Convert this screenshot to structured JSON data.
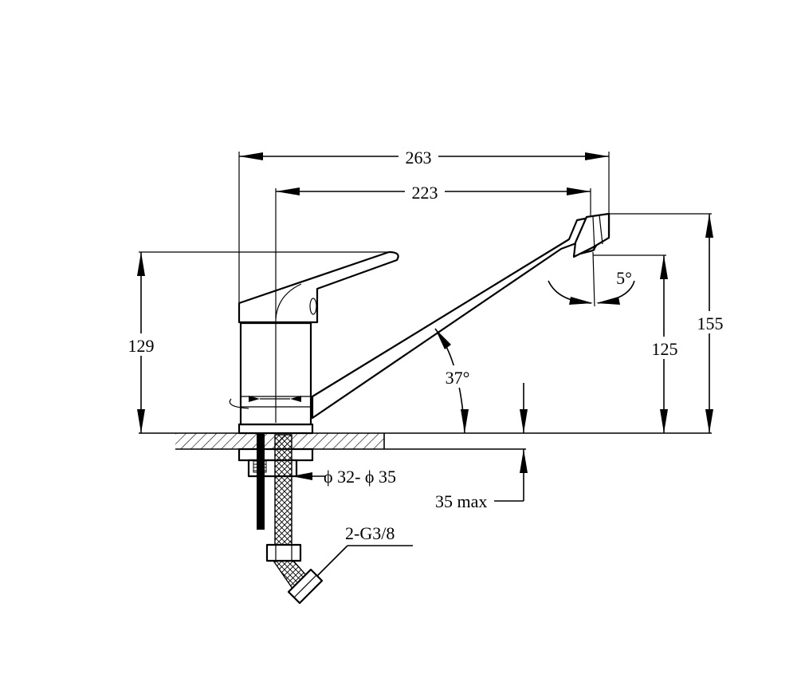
{
  "dimensions": {
    "overall_length": "263",
    "spout_reach": "223",
    "lever_height": "129",
    "spout_height": "155",
    "outlet_height": "125",
    "spout_angle": "37°",
    "aerator_tilt": "5°",
    "hole_diameter": "ϕ 32- ϕ 35",
    "max_deck_thickness": "35 max",
    "connection_thread": "2-G3/8"
  }
}
